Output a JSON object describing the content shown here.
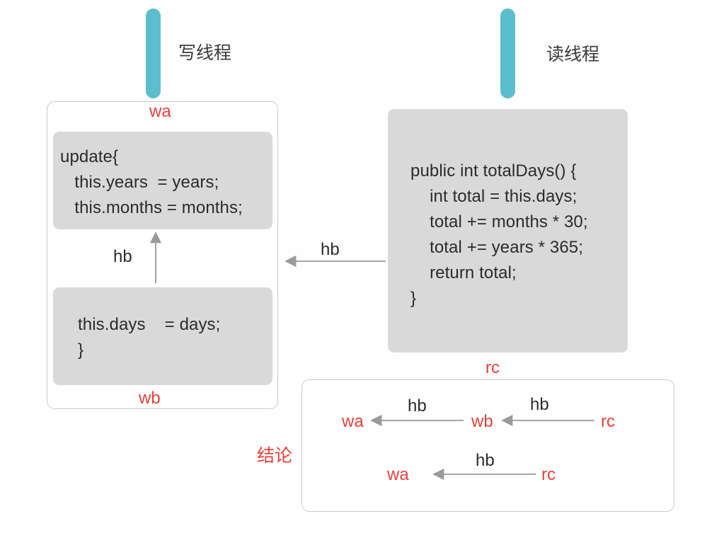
{
  "diagram": {
    "title_left": "写线程",
    "title_right": "读线程",
    "conclusion_label": "结论"
  },
  "write_thread": {
    "header_label": "写线程",
    "top_tag": "wa",
    "bottom_tag": "wb",
    "inner_edge_label": "hb",
    "code_top": "update{\n   this.years  = years;\n   this.months = months;",
    "code_bottom": "this.days    = days;\n}"
  },
  "read_thread": {
    "header_label": "读线程",
    "tag": "rc",
    "code": "public int totalDays() {\n    int total = this.days;\n    total += months * 30;\n    total += years * 365;\n    return total;\n}"
  },
  "cross_edge": {
    "label": "hb"
  },
  "conclusion": {
    "label": "结论",
    "row1": {
      "target": "wa",
      "edge1": "hb",
      "middle": "wb",
      "edge2": "hb",
      "source": "rc"
    },
    "row2": {
      "target": "wa",
      "edge": "hb",
      "source": "rc"
    }
  },
  "colors": {
    "accent_teal": "#5cbecd",
    "code_gray": "#d9d9d9",
    "tag_red": "#e8403a",
    "border_gray": "#c9c9c9",
    "arrow_gray": "#9a9a9a",
    "text_dark": "#2b2b2b",
    "background": "#fefefe"
  }
}
